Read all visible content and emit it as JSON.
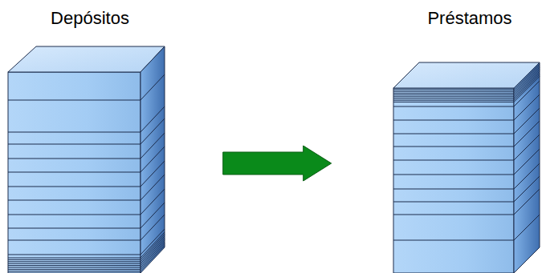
{
  "diagram": {
    "nodes": [
      {
        "text": [
          "Depósitos"
        ]
      },
      {
        "text": [
          "Préstamos"
        ]
      }
    ],
    "edges": [
      {
        "from": 0,
        "to": 1,
        "arrow": "to"
      }
    ]
  }
}
